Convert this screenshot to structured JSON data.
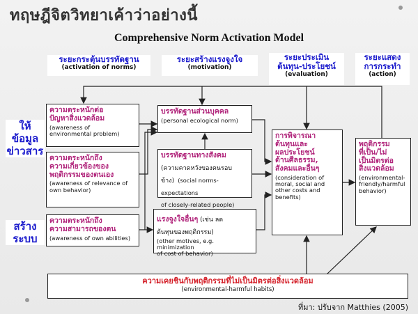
{
  "slide_title": "ทฤษฎีจิตวิทยาเค้าว่าอย่างนี้",
  "model_title": "Comprehensive Norm Activation Model",
  "phases": [
    {
      "th": "ระยะกระตุ้นบรรทัดฐาน",
      "en": "(activation of norms)"
    },
    {
      "th": "ระยะสร้างแรงจูงใจ",
      "en": "(motivation)"
    },
    {
      "th": "ระยะประเมิน\nต้นทุน-ประโยชน์",
      "en": "(evaluation)"
    },
    {
      "th": "ระยะแสดง\nการกระทำ",
      "en": "(action)"
    }
  ],
  "side_labels": {
    "info": "ให้\nข้อมูล\nข่าวสาร",
    "system": "สร้าง\nระบบ"
  },
  "boxes": {
    "awareness_problem": {
      "th": "ความตระหนักต่อ\nปัญหาสิ่งแวดล้อม",
      "en": "(awareness of\nenvironmental problem)"
    },
    "awareness_relevance": {
      "th": "ความตระหนักถึง\nความเกี่ยวข้องของ\nพฤติกรรมของตนเอง",
      "en": "(awareness of relevance of\nown behavior)"
    },
    "awareness_abilities": {
      "th": "ความตระหนักถึง\nความสามารถของตน",
      "en": "(awareness of own abilities)"
    },
    "personal_norm": {
      "th": "บรรทัดฐานส่วนบุคคล",
      "en": "(personal ecological norm)"
    },
    "social_norm": {
      "th": "บรรทัดฐานทางสังคม",
      "th2": "(ความคาดหวังของคนรอบ\nข้าง)",
      "en": " (social norms-expectations\nof closely-related people)"
    },
    "other_motives": {
      "th": "แรงจูงใจอื่นๆ",
      "th2": " (เช่น ลด\nต้นทุนของพฤติกรรม)",
      "en": "(other motives, e.g. minimization\nof cost of behavior)"
    },
    "evaluation": {
      "th": "การพิจารณา\nต้นทุนและ\nผลประโยชน์\nด้านศีลธรรม,\nสังคมและอื่นๆ",
      "en": "(consideration of\nmoral, social and\nother costs and\nbenefits)"
    },
    "behavior": {
      "th": "พฤติกรรม\nที่เป็น/ไม่\nเป็นมิตรต่อ\nสิ่งแวดล้อม",
      "en": "(environmental-\nfriendly/harmful\nbehavior)"
    }
  },
  "footer": {
    "th": "ความเคยชินกับพฤติกรรมที่ไม่เป็นมิตรต่อสิ่งแวดล้อม",
    "en": "(environmental-harmful habits)"
  },
  "source": "ที่มา: ปรับจาก Matthies (2005)",
  "colors": {
    "phase_text": "#1a1acc",
    "box_title": "#b0237a",
    "footer_title": "#d4212a"
  }
}
